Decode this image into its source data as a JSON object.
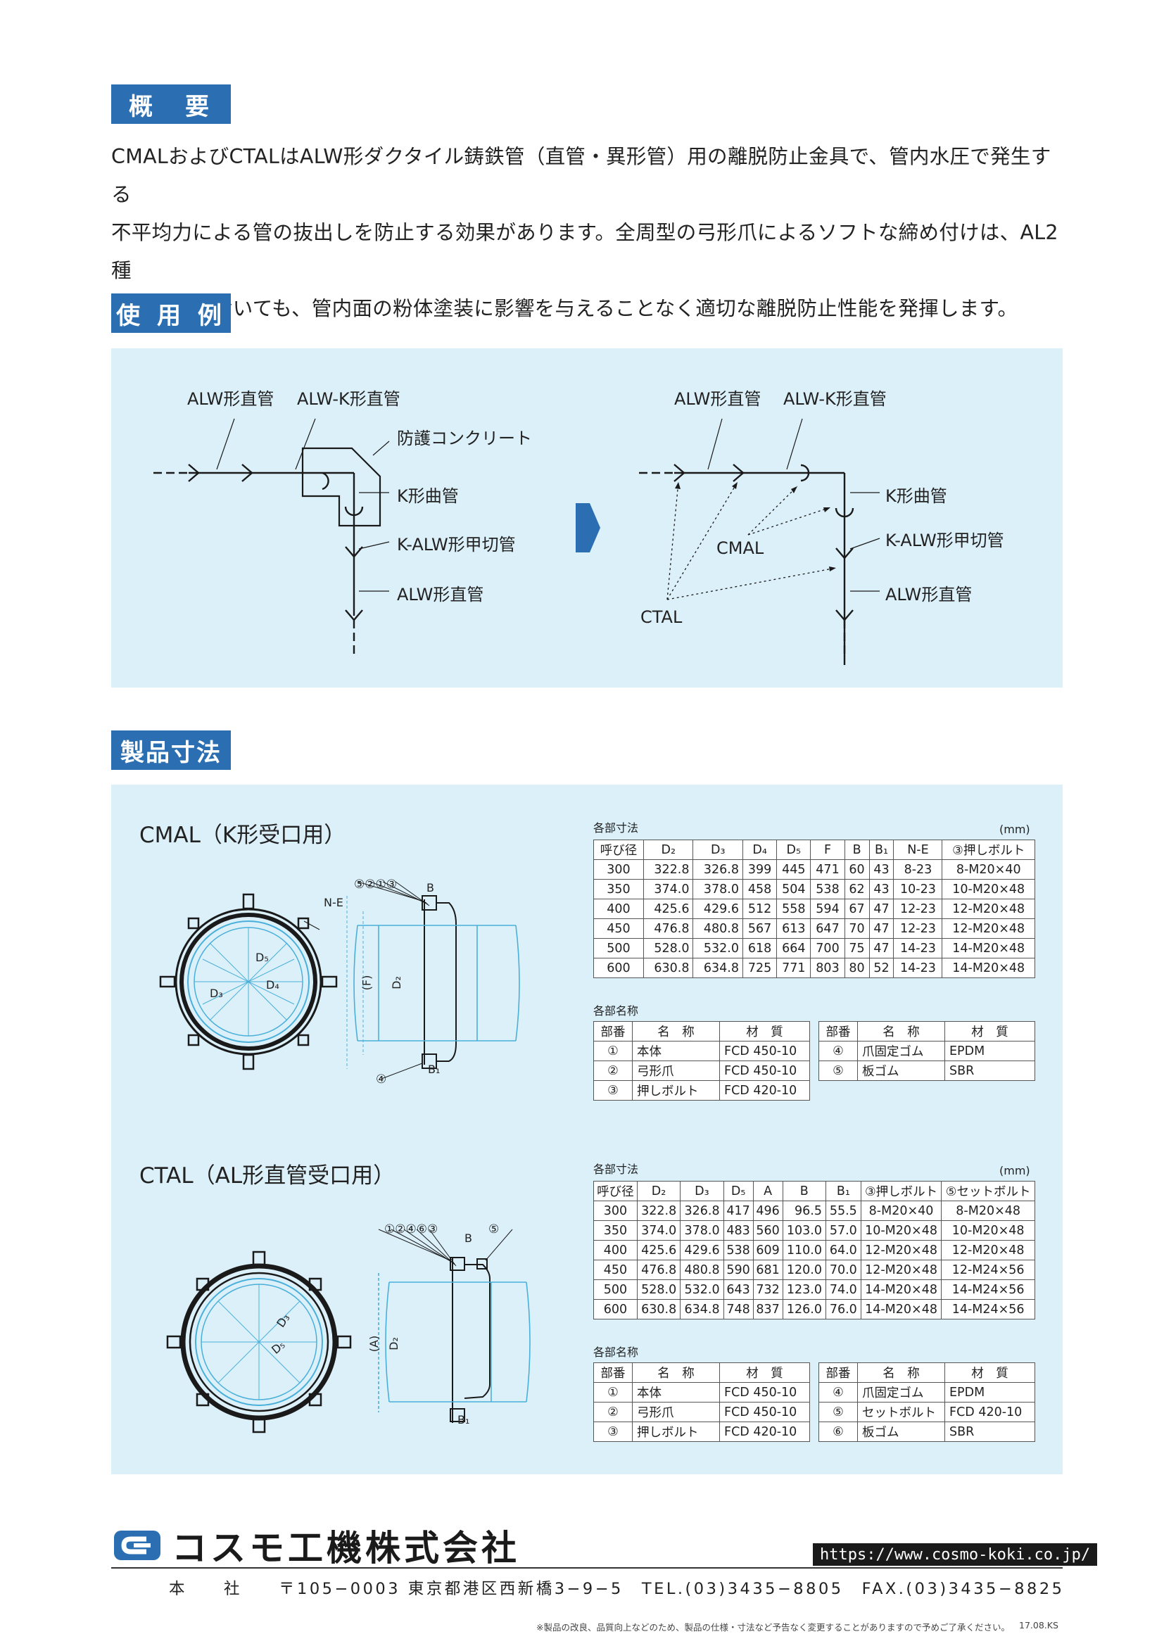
{
  "sections": {
    "overview": "概　要",
    "usage": "使 用 例",
    "dimensions": "製品寸法"
  },
  "intro": {
    "lines": [
      "CMALおよびCTALはALW形ダクタイル鋳鉄管（直管・異形管）用の離脱防止金具で、管内水圧で発生する",
      "不平均力による管の抜出しを防止する効果があります。全周型の弓形爪によるソフトな締め付けは、AL2種",
      "の薄肉管においても、管内面の粉体塗装に影響を与えることなく適切な離脱防止性能を発揮します。"
    ]
  },
  "usage": {
    "left": {
      "alw_pipe_top": "ALW形直管",
      "alwk_pipe": "ALW-K形直管",
      "concrete": "防護コンクリート",
      "k_bend": "K形曲管",
      "k_alw": "K-ALW形甲切管",
      "alw_pipe_bottom": "ALW形直管"
    },
    "right": {
      "alw_pipe_top": "ALW形直管",
      "alwk_pipe": "ALW-K形直管",
      "k_bend": "K形曲管",
      "k_alw": "K-ALW形甲切管",
      "alw_pipe_bottom": "ALW形直管",
      "cmal": "CMAL",
      "ctal": "CTAL"
    }
  },
  "cmal": {
    "title": "CMAL（K形受口用）",
    "dim_label": "各部寸法",
    "unit": "(mm)",
    "headers": [
      "呼び径",
      "D₂",
      "D₃",
      "D₄",
      "D₅",
      "F",
      "B",
      "B₁",
      "N-E",
      "③押しボルト"
    ],
    "rows": [
      [
        "300",
        "322.8",
        "326.8",
        "399",
        "445",
        "471",
        "60",
        "43",
        "8-23",
        "8-M20×40"
      ],
      [
        "350",
        "374.0",
        "378.0",
        "458",
        "504",
        "538",
        "62",
        "43",
        "10-23",
        "10-M20×48"
      ],
      [
        "400",
        "425.6",
        "429.6",
        "512",
        "558",
        "594",
        "67",
        "47",
        "12-23",
        "12-M20×48"
      ],
      [
        "450",
        "476.8",
        "480.8",
        "567",
        "613",
        "647",
        "70",
        "47",
        "12-23",
        "12-M20×48"
      ],
      [
        "500",
        "528.0",
        "532.0",
        "618",
        "664",
        "700",
        "75",
        "47",
        "14-23",
        "14-M20×48"
      ],
      [
        "600",
        "630.8",
        "634.8",
        "725",
        "771",
        "803",
        "80",
        "52",
        "14-23",
        "14-M20×48"
      ]
    ],
    "parts_label": "各部名称",
    "parts_headers": [
      "部番",
      "名　称",
      "材　質"
    ],
    "parts_left": [
      [
        "①",
        "本体",
        "FCD 450-10"
      ],
      [
        "②",
        "弓形爪",
        "FCD 450-10"
      ],
      [
        "③",
        "押しボルト",
        "FCD 420-10"
      ]
    ],
    "parts_right": [
      [
        "④",
        "爪固定ゴム",
        "EPDM"
      ],
      [
        "⑤",
        "板ゴム",
        "SBR"
      ]
    ],
    "drawing": {
      "ne": "N-E",
      "d3": "D₃",
      "d4": "D₄",
      "d5": "D₅",
      "callout": "⑤②①③",
      "b": "B",
      "b1": "B₁",
      "f": "(F)",
      "d2": "D₂",
      "four": "④"
    }
  },
  "ctal": {
    "title": "CTAL（AL形直管受口用）",
    "dim_label": "各部寸法",
    "unit": "(mm)",
    "headers": [
      "呼び径",
      "D₂",
      "D₃",
      "D₅",
      "A",
      "B",
      "B₁",
      "③押しボルト",
      "⑤セットボルト"
    ],
    "rows": [
      [
        "300",
        "322.8",
        "326.8",
        "417",
        "496",
        "96.5",
        "55.5",
        "8-M20×40",
        "8-M20×48"
      ],
      [
        "350",
        "374.0",
        "378.0",
        "483",
        "560",
        "103.0",
        "57.0",
        "10-M20×48",
        "10-M20×48"
      ],
      [
        "400",
        "425.6",
        "429.6",
        "538",
        "609",
        "110.0",
        "64.0",
        "12-M20×48",
        "12-M20×48"
      ],
      [
        "450",
        "476.8",
        "480.8",
        "590",
        "681",
        "120.0",
        "70.0",
        "12-M20×48",
        "12-M24×56"
      ],
      [
        "500",
        "528.0",
        "532.0",
        "643",
        "732",
        "123.0",
        "74.0",
        "14-M20×48",
        "14-M24×56"
      ],
      [
        "600",
        "630.8",
        "634.8",
        "748",
        "837",
        "126.0",
        "76.0",
        "14-M20×48",
        "14-M24×56"
      ]
    ],
    "parts_label": "各部名称",
    "parts_headers": [
      "部番",
      "名　称",
      "材　質"
    ],
    "parts_left": [
      [
        "①",
        "本体",
        "FCD 450-10"
      ],
      [
        "②",
        "弓形爪",
        "FCD 450-10"
      ],
      [
        "③",
        "押しボルト",
        "FCD 420-10"
      ]
    ],
    "parts_right": [
      [
        "④",
        "爪固定ゴム",
        "EPDM"
      ],
      [
        "⑤",
        "セットボルト",
        "FCD 420-10"
      ],
      [
        "⑥",
        "板ゴム",
        "SBR"
      ]
    ],
    "drawing": {
      "d3": "D₃",
      "d5": "D₅",
      "callout": "①②④⑥③",
      "five": "⑤",
      "b": "B",
      "b1": "B₁",
      "a": "(A)",
      "d2": "D₂"
    }
  },
  "footer": {
    "company": "コスモ工機株式会社",
    "url": "https://www.cosmo-koki.co.jp/",
    "address": "本　　社　　〒105−0003 東京都港区西新橋3−9−5　TEL.(03)3435−8805　FAX.(03)3435−8825",
    "note": "※製品の改良、品質向上などのため、製品の仕様・寸法など予告なく変更することがありますので予めご了承ください。",
    "code": "17.08.KS"
  },
  "colors": {
    "heading_bg": "#2b6fb2",
    "panel_bg": "#dcf0fa",
    "line": "#1a1a1a",
    "accent": "#4ab0d9"
  }
}
